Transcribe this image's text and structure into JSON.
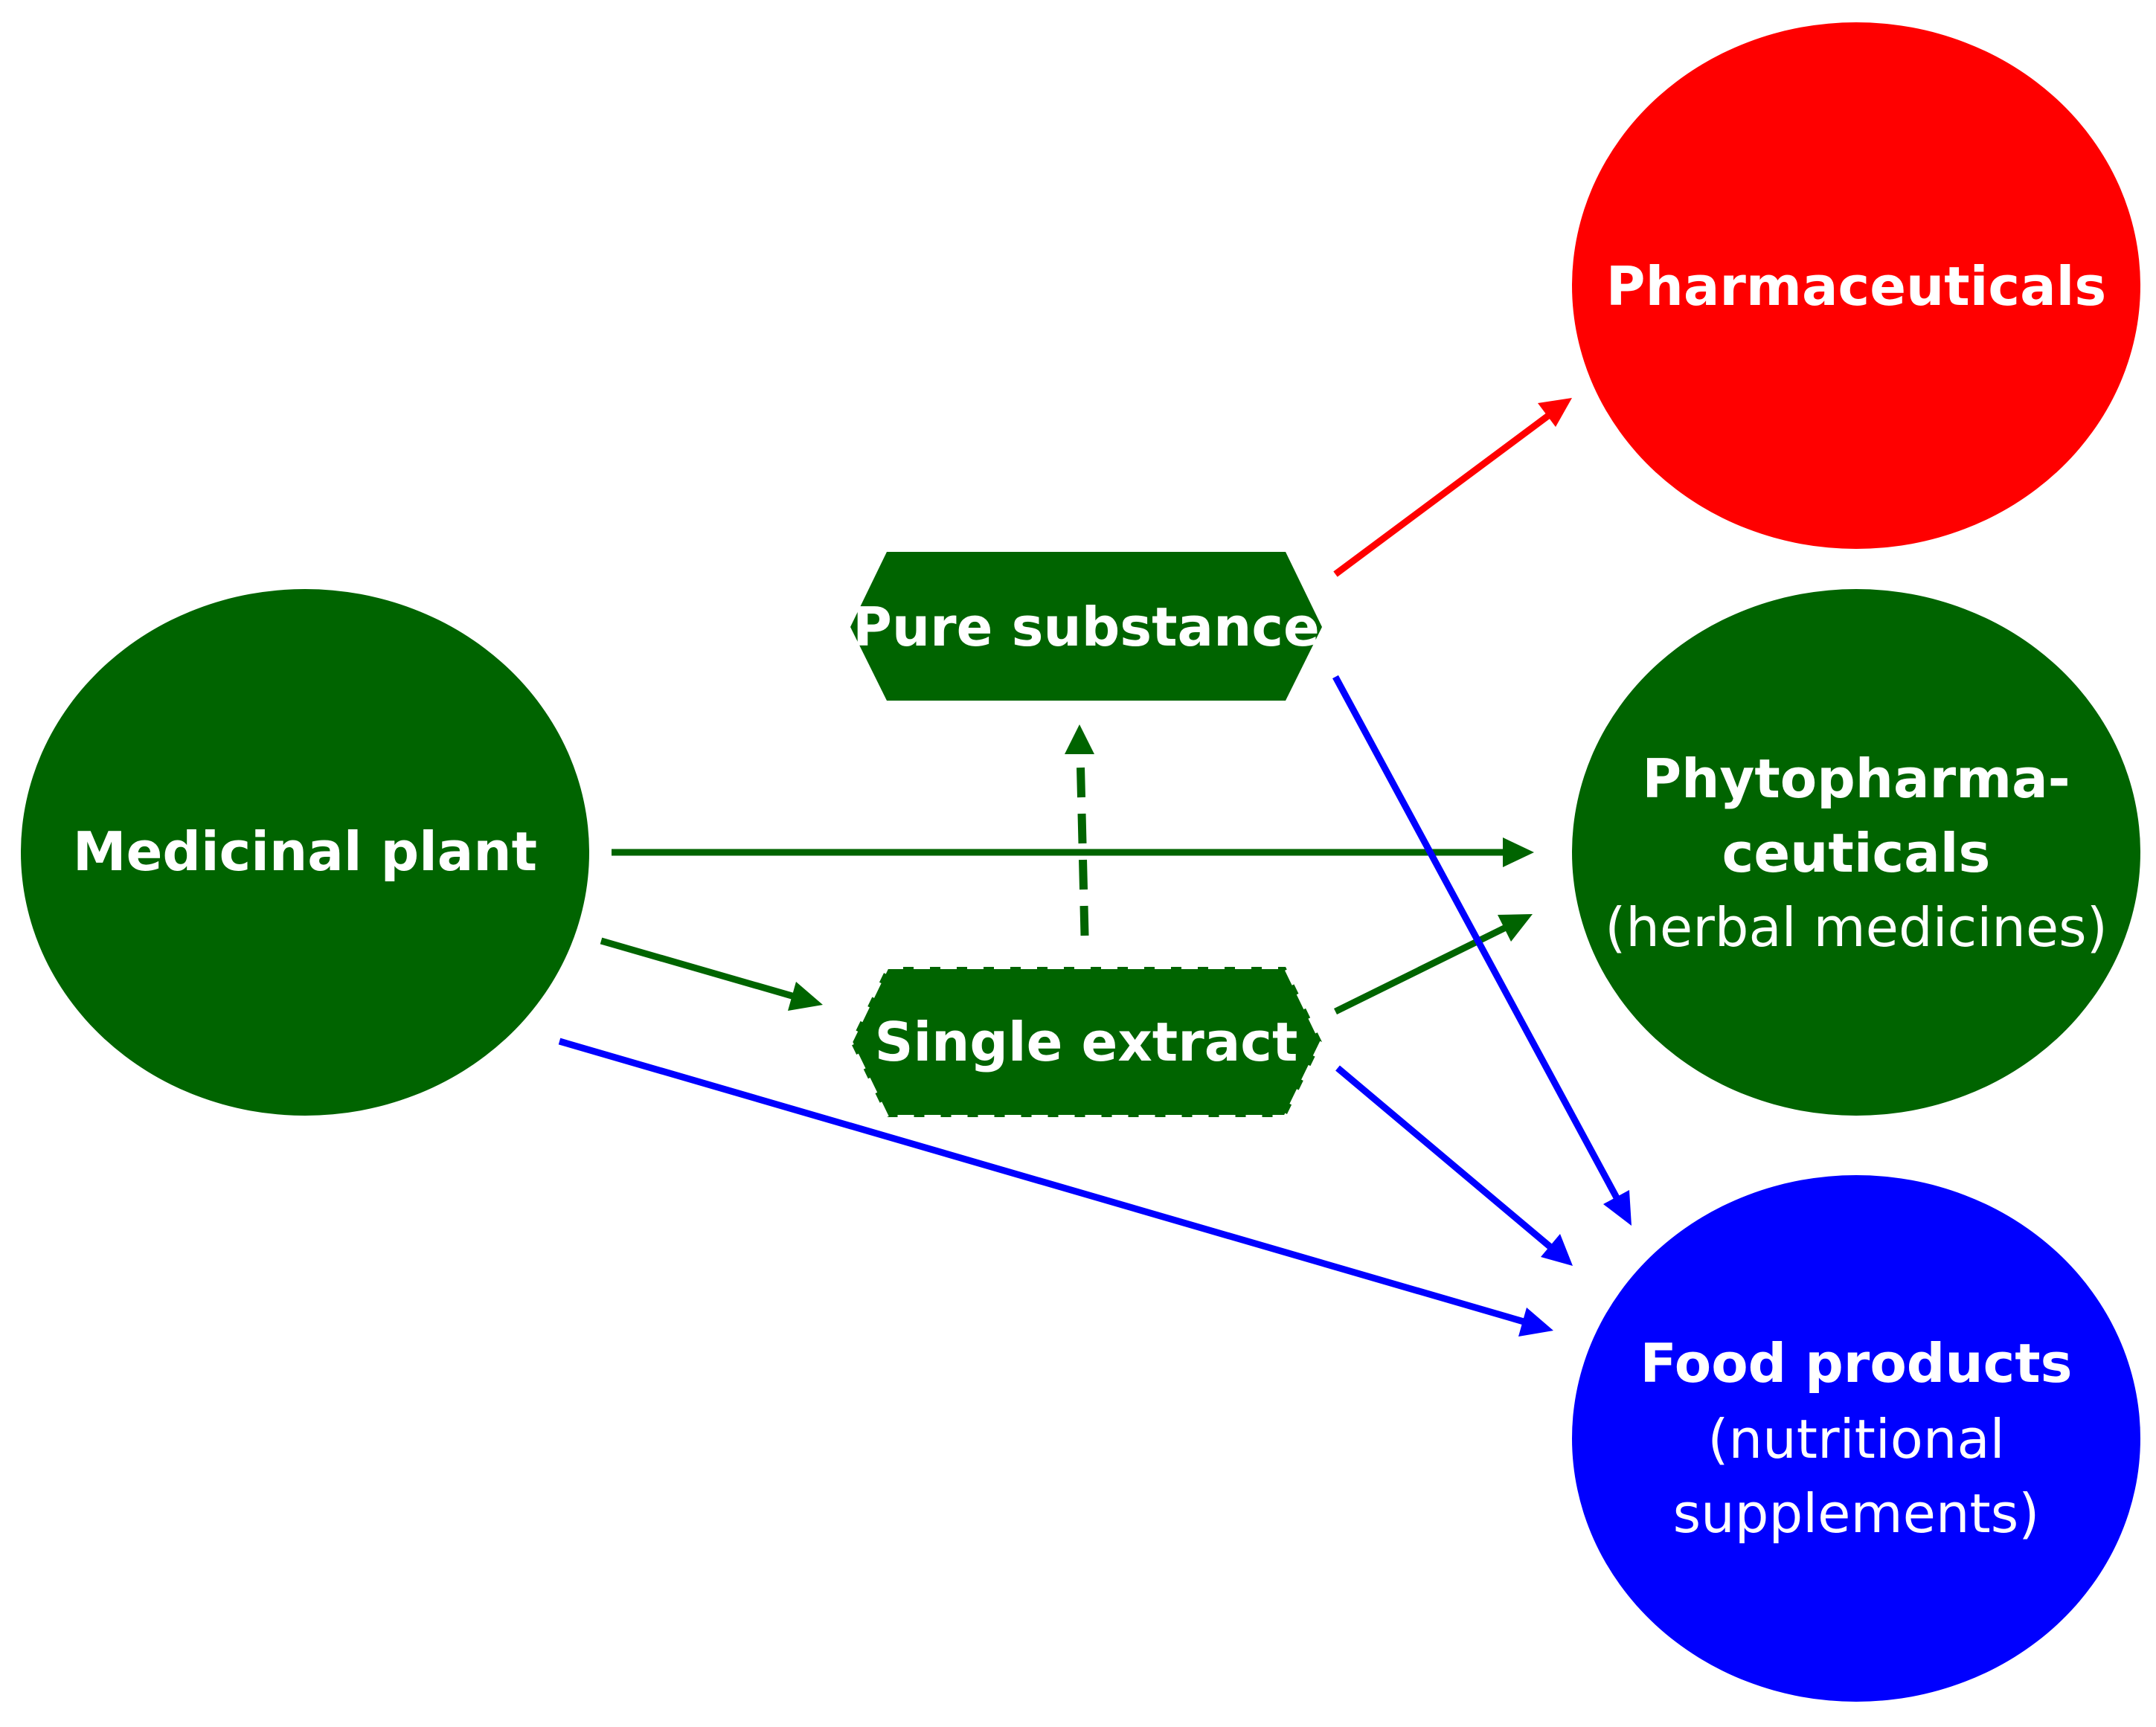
{
  "colors": {
    "green": "#006400",
    "red": "#ff0000",
    "blue": "#0000ff",
    "white": "#ffffff"
  },
  "nodes": {
    "medicinal_plant": {
      "title": "Medicinal plant"
    },
    "pure_substance": {
      "title": "Pure substance"
    },
    "single_extract": {
      "title": "Single extract"
    },
    "pharmaceuticals": {
      "title": "Pharmaceuticals"
    },
    "phytopharmaceuticals": {
      "title_line1": "Phytopharma-",
      "title_line2": "ceuticals",
      "subtitle": "(herbal medicines)"
    },
    "food_products": {
      "title": "Food products",
      "subtitle_line1": "(nutritional",
      "subtitle_line2": "supplements)"
    }
  },
  "edges": [
    {
      "from": "medicinal_plant",
      "to": "phytopharmaceuticals",
      "color": "green",
      "style": "solid"
    },
    {
      "from": "medicinal_plant",
      "to": "single_extract",
      "color": "green",
      "style": "solid"
    },
    {
      "from": "medicinal_plant",
      "to": "food_products",
      "color": "blue",
      "style": "solid"
    },
    {
      "from": "single_extract",
      "to": "pure_substance",
      "color": "green",
      "style": "dashed"
    },
    {
      "from": "single_extract",
      "to": "phytopharmaceuticals",
      "color": "green",
      "style": "solid"
    },
    {
      "from": "single_extract",
      "to": "food_products",
      "color": "blue",
      "style": "solid"
    },
    {
      "from": "pure_substance",
      "to": "pharmaceuticals",
      "color": "red",
      "style": "solid"
    },
    {
      "from": "pure_substance",
      "to": "food_products",
      "color": "blue",
      "style": "solid"
    }
  ]
}
